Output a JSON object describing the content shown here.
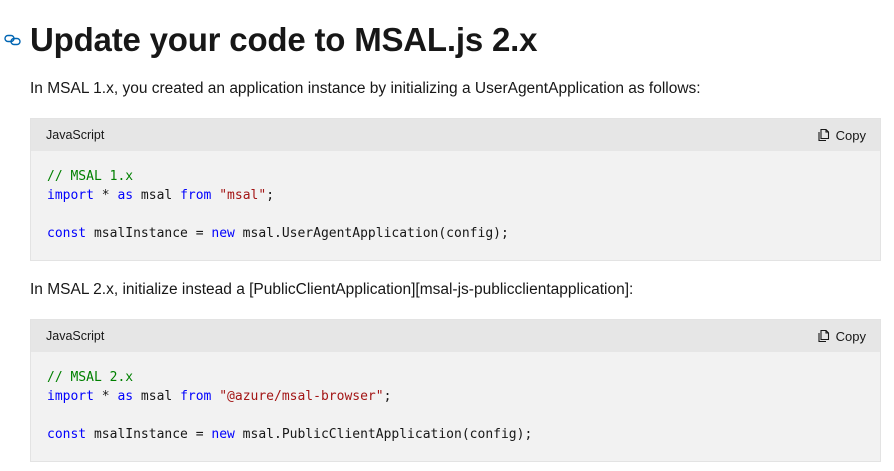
{
  "heading": {
    "title": "Update your code to MSAL.js 2.x",
    "anchor_icon": "link-icon"
  },
  "intro_1": "In MSAL 1.x, you created an application instance by initializing a UserAgentApplication as follows:",
  "intro_2": "In MSAL 2.x, initialize instead a [PublicClientApplication][msal-js-publicclientapplication]:",
  "code_blocks": [
    {
      "language": "JavaScript",
      "copy_label": "Copy",
      "lines": [
        {
          "tokens": [
            {
              "type": "comment",
              "text": "// MSAL 1.x"
            }
          ]
        },
        {
          "tokens": [
            {
              "type": "keyword",
              "text": "import"
            },
            {
              "type": "plain",
              "text": " * "
            },
            {
              "type": "keyword",
              "text": "as"
            },
            {
              "type": "plain",
              "text": " msal "
            },
            {
              "type": "keyword",
              "text": "from"
            },
            {
              "type": "plain",
              "text": " "
            },
            {
              "type": "string",
              "text": "\"msal\""
            },
            {
              "type": "plain",
              "text": ";"
            }
          ]
        },
        {
          "blank": true
        },
        {
          "tokens": [
            {
              "type": "keyword",
              "text": "const"
            },
            {
              "type": "plain",
              "text": " msalInstance = "
            },
            {
              "type": "keyword",
              "text": "new"
            },
            {
              "type": "plain",
              "text": " msal.UserAgentApplication(config);"
            }
          ]
        }
      ]
    },
    {
      "language": "JavaScript",
      "copy_label": "Copy",
      "lines": [
        {
          "tokens": [
            {
              "type": "comment",
              "text": "// MSAL 2.x"
            }
          ]
        },
        {
          "tokens": [
            {
              "type": "keyword",
              "text": "import"
            },
            {
              "type": "plain",
              "text": " * "
            },
            {
              "type": "keyword",
              "text": "as"
            },
            {
              "type": "plain",
              "text": " msal "
            },
            {
              "type": "keyword",
              "text": "from"
            },
            {
              "type": "plain",
              "text": " "
            },
            {
              "type": "string",
              "text": "\"@azure/msal-browser\""
            },
            {
              "type": "plain",
              "text": ";"
            }
          ]
        },
        {
          "blank": true
        },
        {
          "tokens": [
            {
              "type": "keyword",
              "text": "const"
            },
            {
              "type": "plain",
              "text": " msalInstance = "
            },
            {
              "type": "keyword",
              "text": "new"
            },
            {
              "type": "plain",
              "text": " msal.PublicClientApplication(config);"
            }
          ]
        }
      ]
    }
  ],
  "colors": {
    "comment": "#008000",
    "keyword": "#0101fd",
    "string": "#a31515",
    "code_background": "#f2f2f2",
    "code_header_background": "#e6e6e6"
  }
}
